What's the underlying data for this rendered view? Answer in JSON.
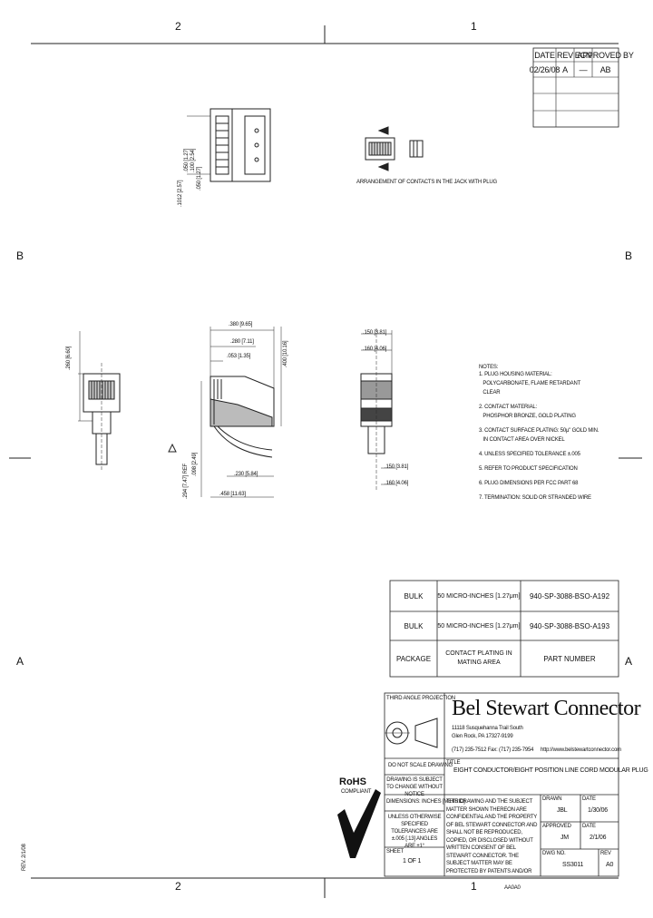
{
  "zones": {
    "top": [
      "2",
      "1"
    ],
    "side": [
      "B",
      "A"
    ],
    "bottom": [
      "2",
      "1"
    ]
  },
  "revision_table": {
    "headers": [
      "DATE",
      "REV",
      "ECN",
      "APPROVED BY"
    ],
    "row": [
      "02/26/08",
      "A",
      "—",
      "AB"
    ]
  },
  "top_view": {
    "dims": [
      ".1012 [2.57]",
      ".050 [1.27]",
      ".100 [2.54]",
      ".050 [1.27]"
    ],
    "caption": "ARRANGEMENT OF CONTACTS IN THE JACK WITH PLUG"
  },
  "side_view": {
    "dim_left": ".260 [6.60]",
    "dims_top": [
      ".380 [9.65]",
      ".280 [7.11]",
      ".053 [1.35]"
    ],
    "dim_right": ".400 [10.16]",
    "dims_bottom": [
      ".294 [7.47] REF",
      ".098 [2.49]",
      ".230 [5.84]",
      ".458 [11.63]"
    ],
    "dims_end": [
      ".150 [3.81]",
      ".160 [4.06]",
      ".150 [3.81]",
      ".160 [4.06]"
    ]
  },
  "notes": {
    "title": "NOTES:",
    "lines": [
      "1. PLUG HOUSING MATERIAL:",
      "   POLYCARBONATE, FLAME RETARDANT",
      "   CLEAR",
      "2. CONTACT MATERIAL:",
      "   PHOSPHOR BRONZE, GOLD PLATING",
      "3. CONTACT SURFACE PLATING: 50μ\" GOLD MIN.",
      "   IN CONTACT AREA OVER NICKEL",
      "4. UNLESS SPECIFIED TOLERANCE ±.005",
      "5. REFER TO PRODUCT SPECIFICATION",
      "6. PLUG DIMENSIONS PER FCC PART 68",
      "7. TERMINATION: SOLID OR STRANDED WIRE"
    ]
  },
  "parts_table": {
    "rows": [
      {
        "package": "BULK",
        "contact": "50 MICRO-INCHES [1.27μm]",
        "part": "940-SP-3088-BSO-A192"
      },
      {
        "package": "BULK",
        "contact": "50 MICRO-INCHES [1.27μm]",
        "part": "940-SP-3088-BSO-A193"
      }
    ],
    "header": {
      "package": "PACKAGE",
      "contact": "CONTACT PLATING IN MATING AREA",
      "part": "PART NUMBER"
    }
  },
  "title_block": {
    "projection_label": "THIRD ANGLE PROJECTION",
    "company": "Bel Stewart Connector",
    "address": [
      "11118 Susquehanna Trail South",
      "Glen Rock, PA 17327-9199"
    ],
    "phone": "(717) 235-7512  Fax: (717) 235-7954",
    "website": "http://www.belstewartconnector.com",
    "do_not_scale": "DO NOT SCALE DRAWING",
    "drawing_subject": "DRAWING IS SUBJECT TO CHANGE WITHOUT NOTICE",
    "dimensions": "DIMENSIONS: INCHES [METRIC]",
    "tolerances": "UNLESS OTHERWISE SPECIFIED TOLERANCES ARE ±.005 [.13] ANGLES ARE ±1°",
    "sheet_label": "SHEET",
    "sheet": "1 OF 1",
    "title_label": "TITLE",
    "title": "EIGHT CONDUCTOR/EIGHT POSITION LINE CORD MODULAR PLUG",
    "confidential": "THIS DRAWING AND THE SUBJECT MATTER SHOWN THEREON ARE CONFIDENTIAL AND THE PROPERTY OF BEL STEWART CONNECTOR AND SHALL NOT BE REPRODUCED, COPIED, OR DISCLOSED WITHOUT WRITTEN CONSENT OF BEL STEWART CONNECTOR. THE SUBJECT MATTER MAY BE PROTECTED BY PATENTS AND/OR PATENT PENDING.",
    "drawn_label": "DRAWN",
    "drawn": "JBL",
    "date_label": "DATE",
    "date": "1/30/06",
    "approved_label": "APPROVED",
    "approved": "JM",
    "date2_label": "DATE",
    "date2": "2/1/06",
    "dwg_label": "DWG NO.",
    "dwg": "SS3011",
    "rev_label": "REV",
    "rev": "A0",
    "rohs": "RoHS",
    "rohs_sub": "COMPLIANT",
    "size_code": "AA0A0",
    "edge_text": "REV. 2/1/08"
  }
}
